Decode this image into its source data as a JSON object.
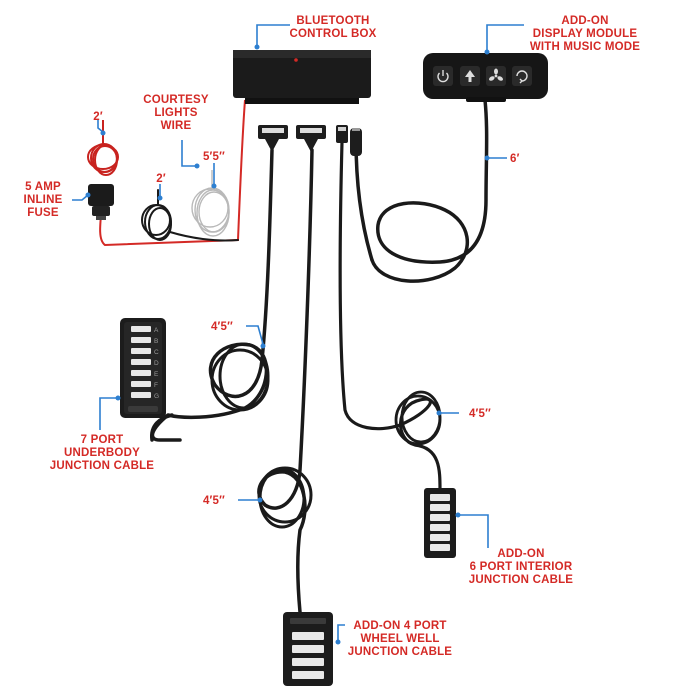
{
  "labels": {
    "control_box": [
      "BLUETOOTH",
      "CONTROL BOX"
    ],
    "display_module": [
      "ADD-ON",
      "DISPLAY MODULE",
      "WITH MUSIC MODE"
    ],
    "courtesy": [
      "COURTESY",
      "LIGHTS",
      "WIRE"
    ],
    "fuse": [
      "5 AMP",
      "INLINE",
      "FUSE"
    ],
    "underbody": [
      "7 PORT",
      "UNDERBODY",
      "JUNCTION CABLE"
    ],
    "interior": [
      "ADD-ON",
      "6 PORT INTERIOR",
      "JUNCTION CABLE"
    ],
    "wheel_well": [
      "ADD-ON 4 PORT",
      "WHEEL WELL",
      "JUNCTION CABLE"
    ]
  },
  "lengths": {
    "red_wire": "2′",
    "black_wire": "2′",
    "courtesy_wire": "5′5′′",
    "display_cable": "6′",
    "underbody_cable": "4′5′′",
    "interior_cable": "4′5′′",
    "wheel_well_cable": "4′5′′"
  },
  "underbody_port_letters": [
    "A",
    "B",
    "C",
    "D",
    "E",
    "F",
    "G"
  ],
  "display_buttons": [
    "power-icon",
    "up-arrow-icon",
    "fan-icon",
    "music-cycle-icon"
  ],
  "colors": {
    "label_red": "#d42a26",
    "leader_blue": "#2d7fd0",
    "cable_black": "#1a1a1a",
    "power_red": "#d42a26"
  }
}
